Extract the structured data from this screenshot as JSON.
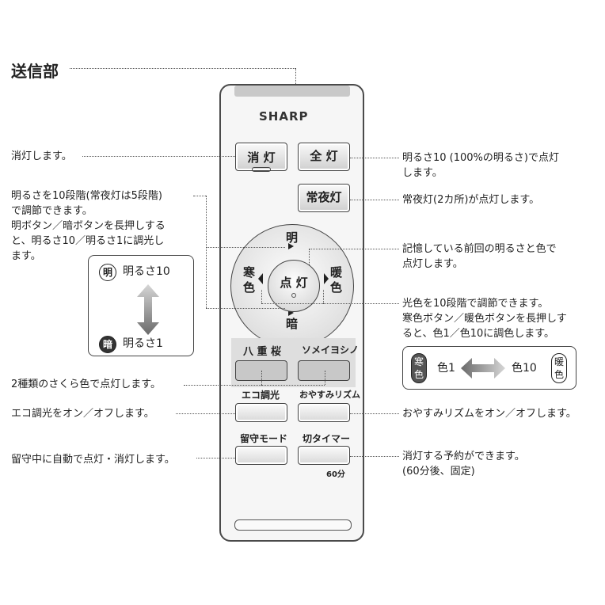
{
  "title": "送信部",
  "remote": {
    "brand": "SHARP",
    "buttons": {
      "off": "消 灯",
      "full": "全 灯",
      "night": "常夜灯",
      "up": "明",
      "down": "暗",
      "cool": "寒\n色",
      "warm": "暖\n色",
      "on": "点 灯",
      "sakura1_label": "八 重 桜",
      "sakura2_label": "ソメイヨシノ",
      "eco_label": "エコ調光",
      "rhythm_label": "おやすみリズム",
      "away_label": "留守モード",
      "timer_label": "切タイマー",
      "timer_sub": "60分"
    }
  },
  "annotations": {
    "off": "消灯します。",
    "brightness": [
      "明るさを10段階(常夜灯は5段階)",
      "で調節できます。",
      "明ボタン／暗ボタンを長押しする",
      "と、明るさ10／明るさ1に調光し",
      "ます。"
    ],
    "full": [
      "明るさ10 (100%の明るさ)で点灯",
      "します。"
    ],
    "night": "常夜灯(2カ所)が点灯します。",
    "memory": [
      "記憶している前回の明るさと色で",
      "点灯します。"
    ],
    "color": [
      "光色を10段階で調節できます。",
      "寒色ボタン／暖色ボタンを長押しす",
      "ると、色1／色10に調色します。"
    ],
    "sakura": "2種類のさくら色で点灯します。",
    "eco": "エコ調光をオン／オフします。",
    "rhythm": "おやすみリズムをオン／オフします。",
    "away": "留守中に自動で点灯・消灯します。",
    "timer": [
      "消灯する予約ができます。",
      "(60分後、固定)"
    ]
  },
  "brightness_legend": {
    "bright_badge": "明",
    "bright_text": "明るさ10",
    "dark_badge": "暗",
    "dark_text": "明るさ1"
  },
  "color_legend": {
    "cool_badge": "寒色",
    "cool_text": "色1",
    "warm_badge": "暖色",
    "warm_text": "色10"
  }
}
